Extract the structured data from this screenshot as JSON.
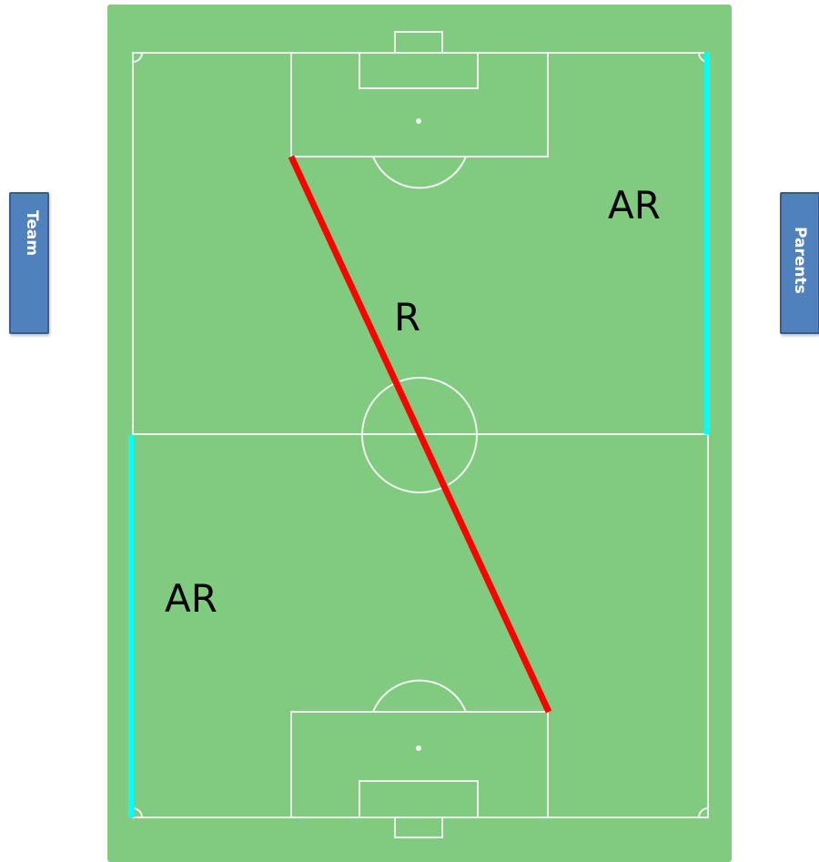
{
  "sides": {
    "left_label": "Team",
    "right_label": "Parents"
  },
  "positions": {
    "referee": "R",
    "assistant_top": "AR",
    "assistant_bottom": "AR"
  },
  "colors": {
    "pitch": "#80cb80",
    "lines": "#f2f7f2",
    "referee_path": "#ff0000",
    "assistant_path": "#00ffff",
    "tab_fill": "#4f81bd",
    "tab_border": "#385d8a"
  }
}
